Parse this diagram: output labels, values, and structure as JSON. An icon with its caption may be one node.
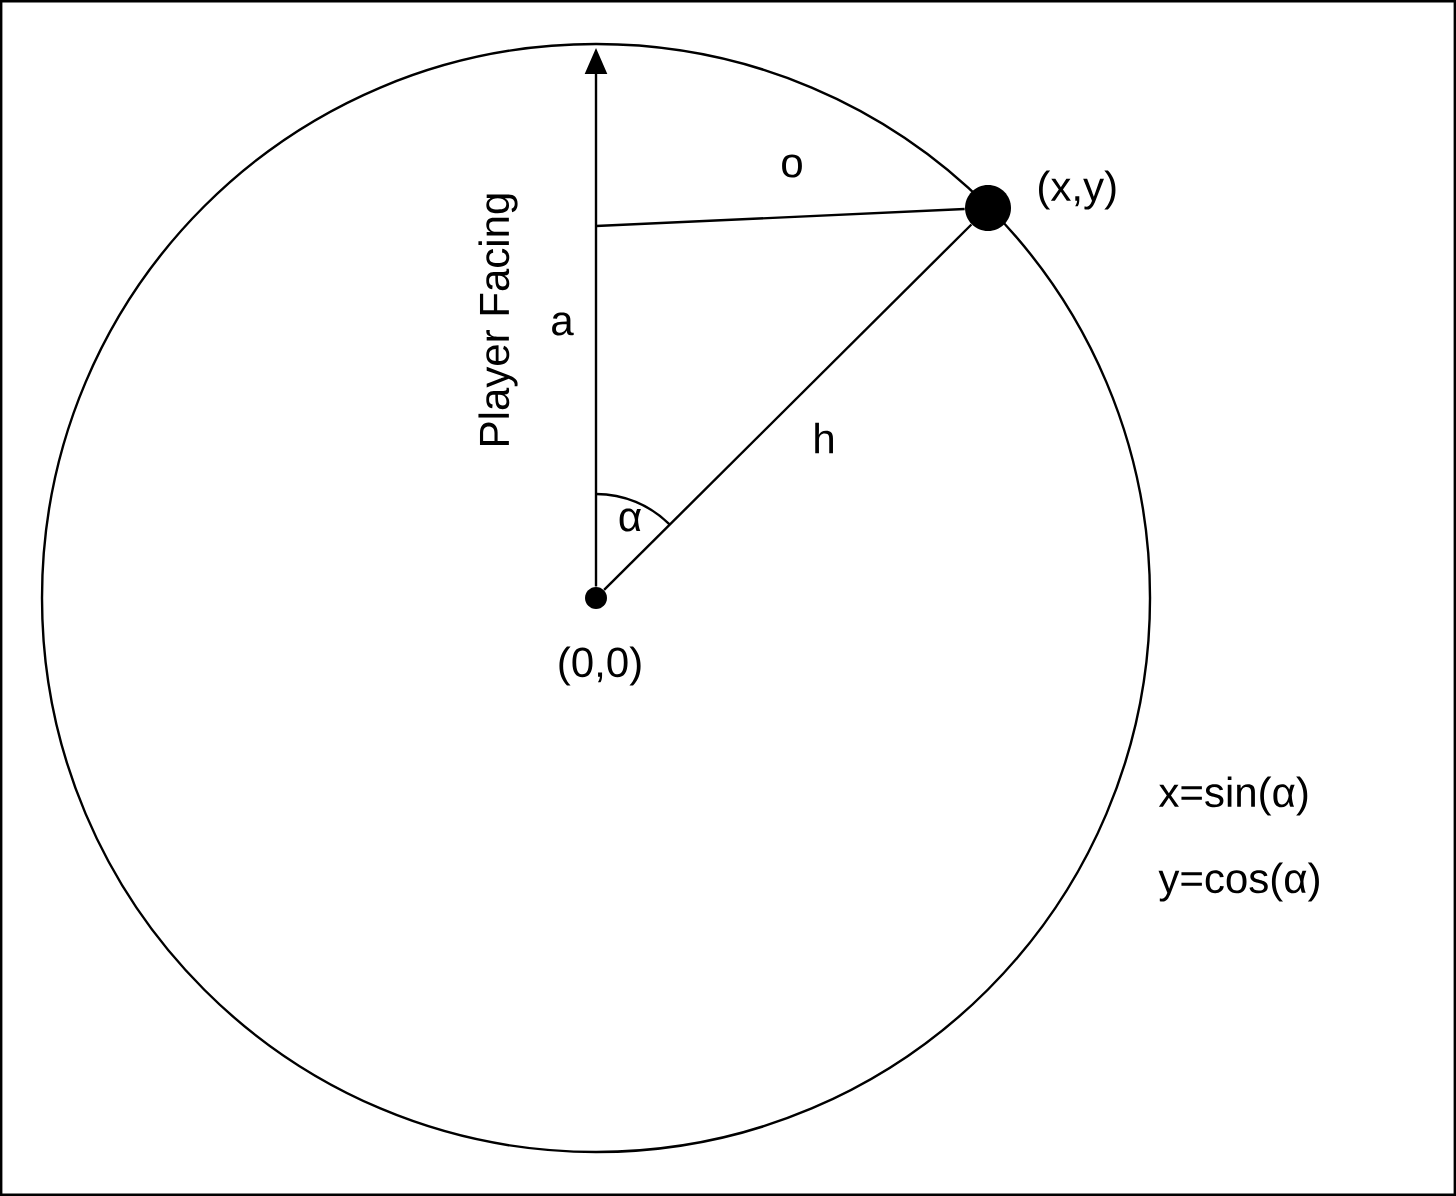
{
  "diagram": {
    "nodes": [
      {
        "text": [],
        "shape": "circle",
        "beside": [
          "(0,0)"
        ]
      },
      {
        "text": [],
        "shape": "circle",
        "beside": [
          "(x,y)"
        ]
      }
    ],
    "edges": [
      {
        "from": 0,
        "to": null,
        "arrow": "to",
        "label": "Player Facing"
      },
      {
        "from": 0,
        "to": 1,
        "arrow": "none",
        "label": "h"
      },
      {
        "from": 1,
        "to": null,
        "arrow": "none",
        "label": "o"
      }
    ],
    "labels": [
      "a",
      "α",
      "x=sin(α)",
      "y=cos(α)"
    ]
  }
}
